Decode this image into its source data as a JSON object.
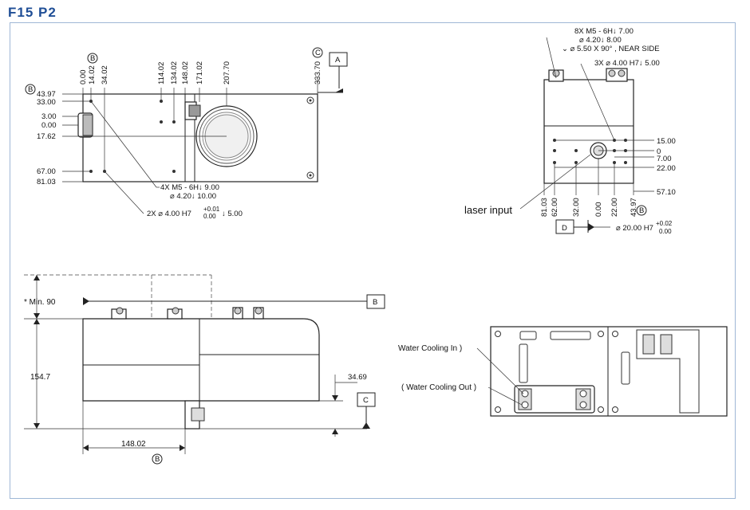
{
  "title": "F15 P2",
  "top_view": {
    "x_dims": [
      "0.00",
      "14.02",
      "34.02",
      "114.02",
      "134.02",
      "148.02",
      "171.02",
      "207.70",
      "333.70"
    ],
    "y_dims": [
      "43.97",
      "33.00",
      "3.00",
      "0.00",
      "17.62",
      "67.00",
      "81.03"
    ],
    "datum_A": "A",
    "datum_B": "B",
    "datum_C": "C",
    "note_holes_line1": "4X  M5 - 6H↓ 9.00",
    "note_holes_line2": "⌀ 4.20↓ 10.00",
    "note_pins_main": "2X ⌀ 4.00 H7",
    "note_pins_tol_upper": "+0.01",
    "note_pins_tol_lower": "0.00",
    "note_pins_depth": "↓ 5.00"
  },
  "end_view": {
    "note1": "8X  M5 - 6H↓ 7.00",
    "note2": "⌀ 4.20↓ 8.00",
    "note3": "⌄ ⌀ 5.50 X 90° , NEAR SIDE",
    "note4": "3X ⌀ 4.00 H7↓ 5.00",
    "right_dims": [
      "15.00",
      "0",
      "7.00",
      "22.00",
      "57.10"
    ],
    "bottom_dims": [
      "81.03",
      "62.00",
      "32.00",
      "0.00",
      "22.00",
      "43.97"
    ],
    "datum_B": "B",
    "laser_input": "laser input",
    "datum_D": "D",
    "bore_main": "⌀ 20.00 H7",
    "bore_tol_upper": "+0.02",
    "bore_tol_lower": "0.00"
  },
  "side_view": {
    "min_note": "* Min. 90",
    "datum_B": "B",
    "height": "154.7",
    "step": "34.69",
    "datum_C": "C",
    "length": "148.02",
    "length_datum": "B"
  },
  "rear_view": {
    "water_in": "Water Cooling In )",
    "water_out": "( Water Cooling Out )"
  }
}
